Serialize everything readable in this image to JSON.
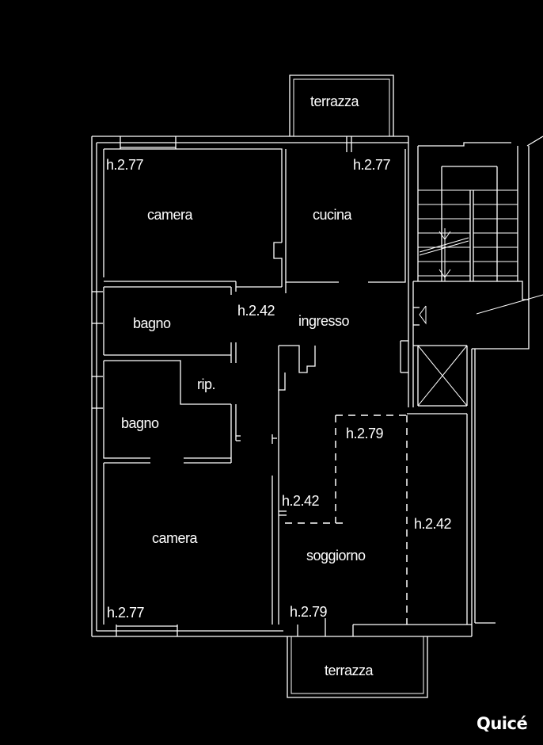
{
  "labels": {
    "terrace_top": "terrazza",
    "terrace_bottom": "terrazza",
    "camera_top": "camera",
    "camera_bottom": "camera",
    "cucina": "cucina",
    "ingresso": "ingresso",
    "bagno_top": "bagno",
    "bagno_bottom": "bagno",
    "rip": "rip.",
    "soggiorno": "soggiorno"
  },
  "heights": {
    "camera_top": "h.2.77",
    "cucina": "h.2.77",
    "corridor": "h.2.42",
    "soggiorno_upper": "h.2.79",
    "soggiorno_left": "h.2.42",
    "soggiorno_right": "h.2.42",
    "camera_bottom": "h.2.77",
    "soggiorno_lower": "h.2.79"
  },
  "logo": "Quicé"
}
